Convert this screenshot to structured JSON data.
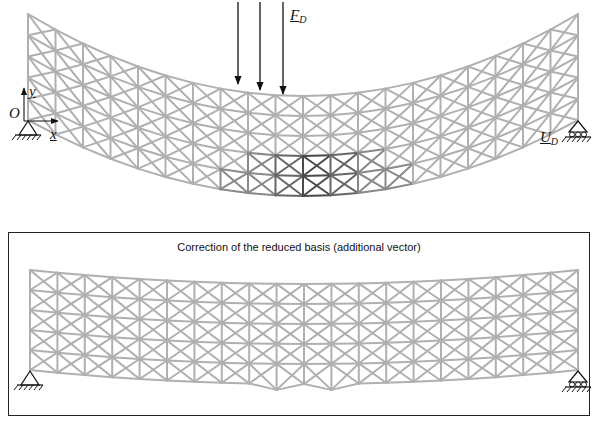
{
  "diagram": {
    "nodes": [
      {
        "text": [
          "Correction of the reduced basis (additional vector)"
        ]
      }
    ],
    "labels": [
      "FD",
      "UD",
      "y",
      "x",
      "O"
    ]
  }
}
